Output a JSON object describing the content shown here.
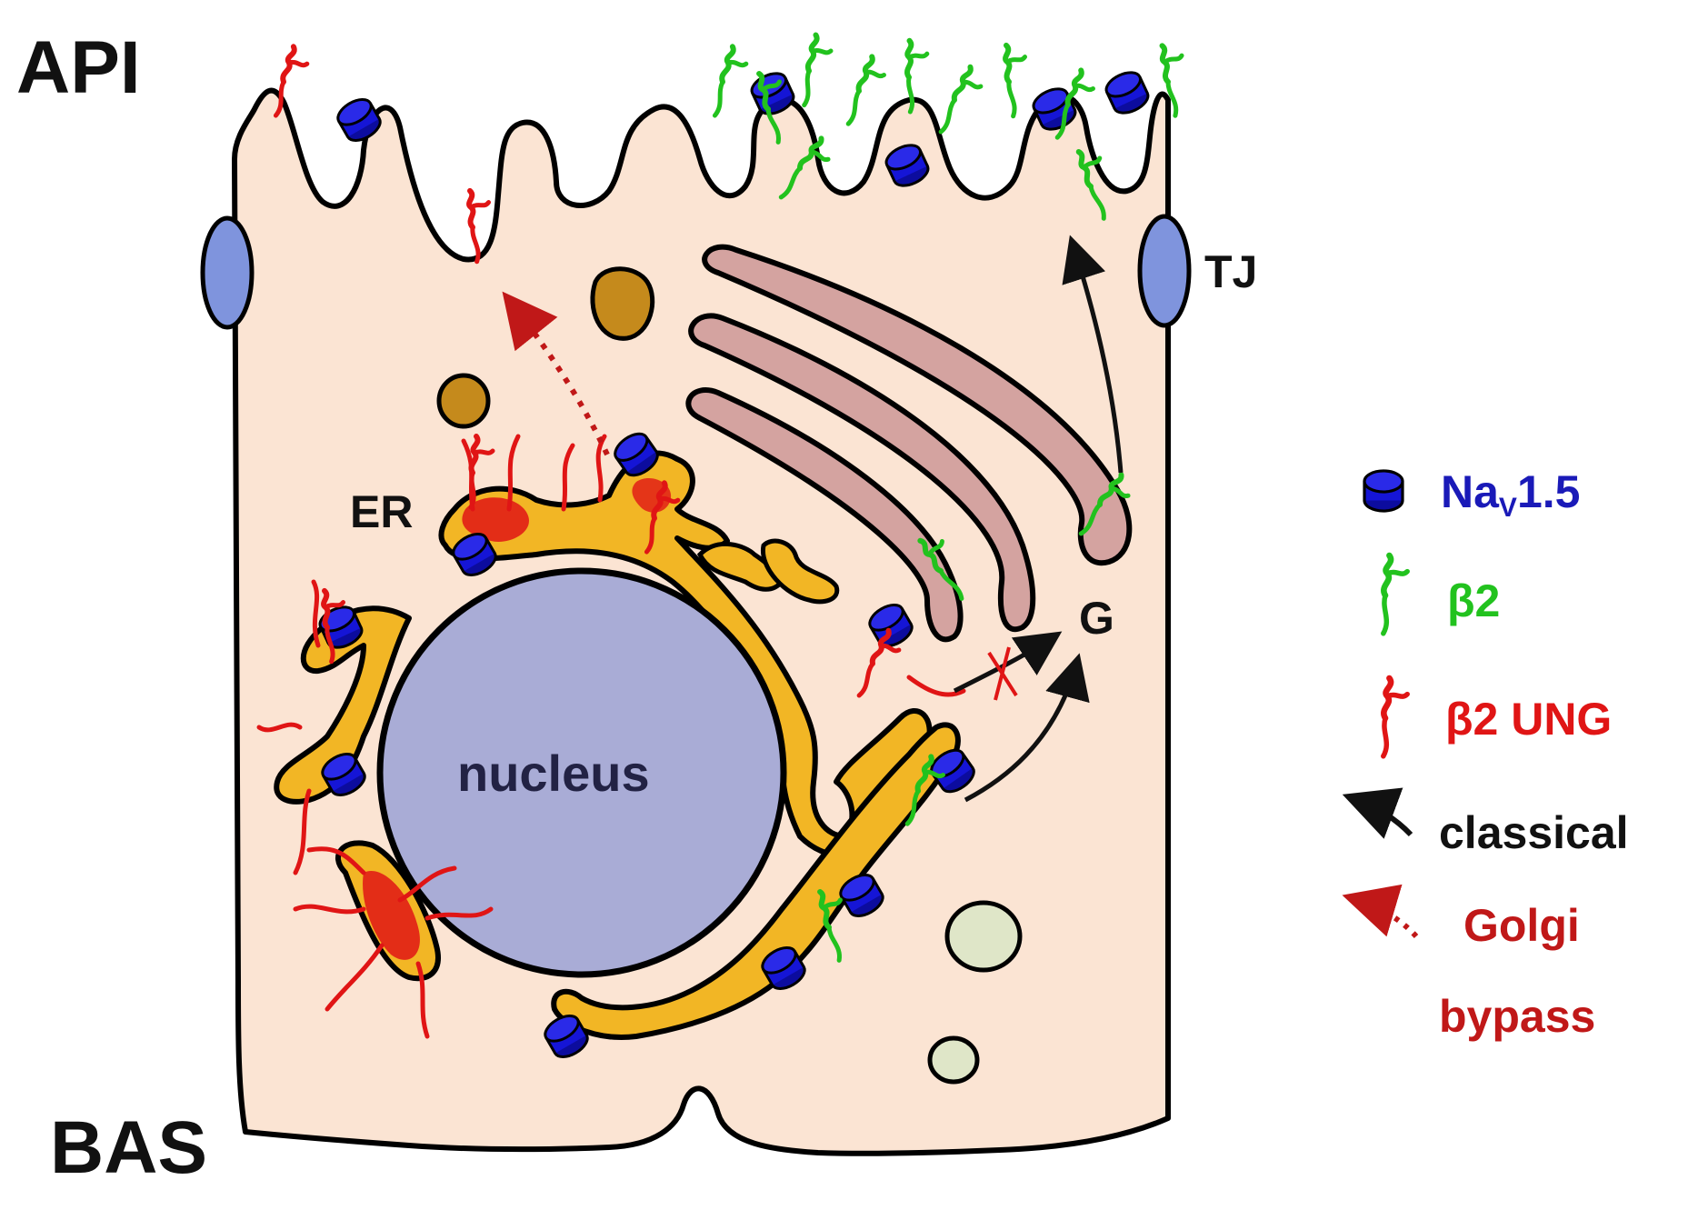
{
  "labels": {
    "apical": "API",
    "basal": "BAS",
    "tight_junction": "TJ",
    "er": "ER",
    "golgi": "G",
    "nucleus": "nucleus"
  },
  "legend": {
    "nav_prefix": "Na",
    "nav_subscript": "V",
    "nav_suffix": "1.5",
    "beta2": "β2",
    "beta2_ung": "β2 UNG",
    "classical": "classical",
    "golgi_bypass_line1": "Golgi",
    "golgi_bypass_line2": "bypass"
  },
  "colors": {
    "cytoplasm": "#fbe4d3",
    "nucleus": "#a9acd6",
    "er": "#f2b625",
    "golgi": "#d4a3a0",
    "vesicle_brown": "#c58a1c",
    "vesicle_green": "#dfe6c8",
    "tight_junction": "#7f94dd",
    "nav": "#1515d6",
    "beta2": "#22c21e",
    "beta2_ung": "#e01515",
    "bypass_text": "#c01818",
    "nav_text": "#1a1ab8"
  }
}
